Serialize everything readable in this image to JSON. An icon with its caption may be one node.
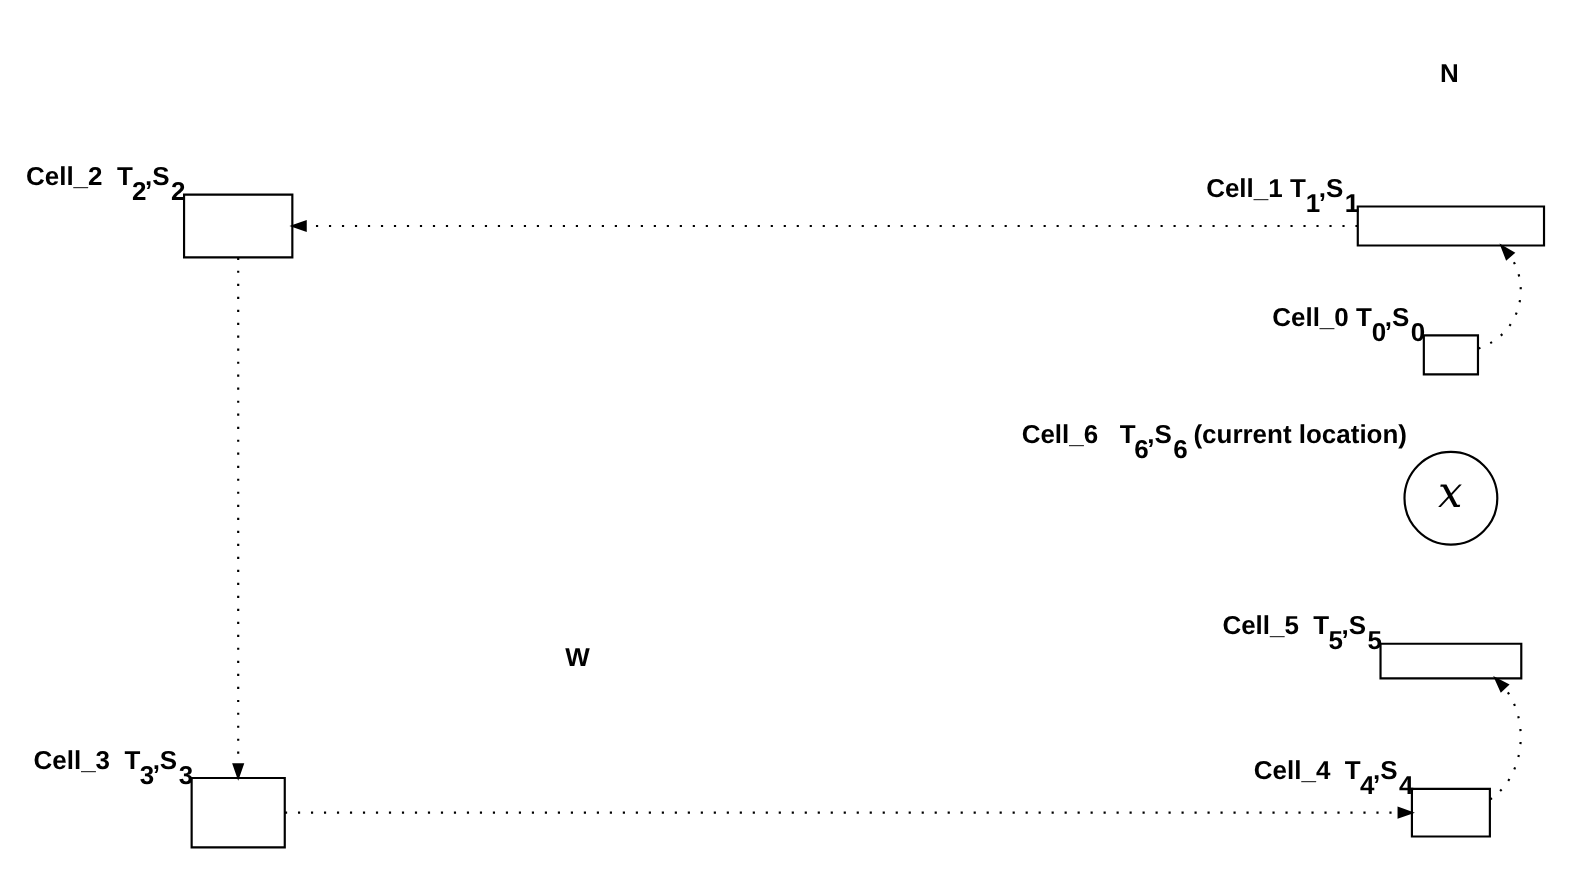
{
  "diagram": {
    "nodes": [
      {
        "text": [],
        "shape": "box",
        "beside": [
          "Cell_0 T$_{0}$,S$_{0}$"
        ]
      },
      {
        "text": [],
        "shape": "box",
        "beside": [
          "Cell_1 T$_{1}$,S$_{1}$"
        ]
      },
      {
        "text": [],
        "shape": "box",
        "beside": [
          "Cell_2  T$_{2}$,S$_{2}$"
        ]
      },
      {
        "text": [],
        "shape": "box",
        "beside": [
          "Cell_3  T$_{3}$,S$_{3}$"
        ]
      },
      {
        "text": [],
        "shape": "box",
        "beside": [
          "Cell_4  T$_{4}$,S$_{4}$"
        ]
      },
      {
        "text": [],
        "shape": "box",
        "beside": [
          "Cell_5  T$_{5}$,S$_{5}$"
        ]
      },
      {
        "text": [
          "x"
        ],
        "beside": [
          "Cell_6   T$_{6}$,S$_{6}$ (current location)"
        ]
      }
    ],
    "edges": [
      {
        "from": 0,
        "to": 1,
        "arrow": "to",
        "style": "dashed"
      },
      {
        "from": 1,
        "to": 2,
        "arrow": "to",
        "style": "dashed"
      },
      {
        "from": 2,
        "to": 3,
        "arrow": "to",
        "style": "dashed"
      },
      {
        "from": 3,
        "to": 4,
        "arrow": "to",
        "style": "dashed"
      },
      {
        "from": 4,
        "to": 5,
        "arrow": "to",
        "style": "dashed"
      }
    ],
    "labels": [
      "N",
      "W"
    ]
  }
}
